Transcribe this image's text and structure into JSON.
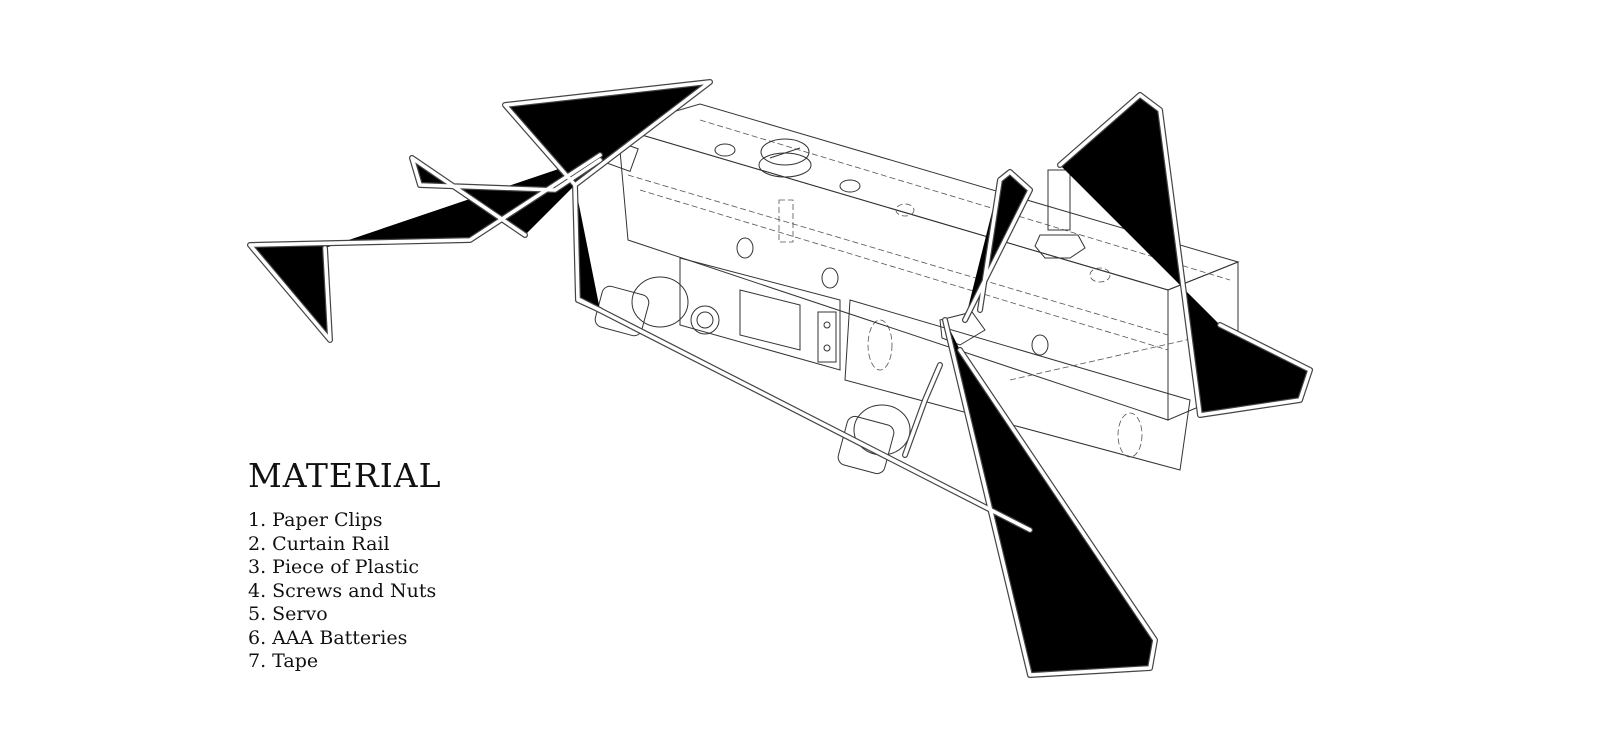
{
  "legend": {
    "title": "MATERIAL",
    "items": [
      "1. Paper Clips",
      "2. Curtain Rail",
      "3. Piece of Plastic",
      "4. Screws and Nuts",
      "5. Servo",
      "6. AAA Batteries",
      "7. Tape"
    ]
  },
  "colors": {
    "plastic": "#cdeef5",
    "line": "#333333"
  }
}
